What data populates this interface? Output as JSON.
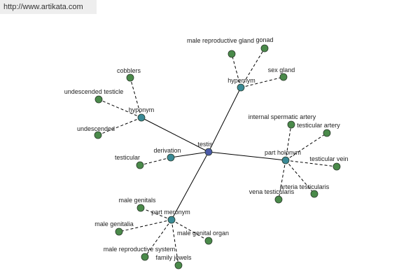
{
  "url_text": "http://www.artikata.com",
  "colors": {
    "center_node": "#4a5aa8",
    "relation_node": "#3a8a96",
    "leaf_node": "#4a8a4a",
    "node_stroke": "#2a3a2a",
    "edge": "#000000",
    "label": "#222222"
  },
  "graph": {
    "center": {
      "id": "testis",
      "label": "testis"
    },
    "relations": [
      {
        "id": "hypernym",
        "label": "hypernym",
        "leaves": [
          {
            "id": "male-reproductive-gland",
            "label": "male reproductive gland"
          },
          {
            "id": "gonad",
            "label": "gonad"
          },
          {
            "id": "sex-gland",
            "label": "sex gland"
          }
        ]
      },
      {
        "id": "hyponym",
        "label": "hyponym",
        "leaves": [
          {
            "id": "cobblers",
            "label": "cobblers"
          },
          {
            "id": "undescended-testicle",
            "label": "undescended testicle"
          },
          {
            "id": "undescended",
            "label": "undescended"
          }
        ]
      },
      {
        "id": "derivation",
        "label": "derivation",
        "leaves": [
          {
            "id": "testicular",
            "label": "testicular"
          }
        ]
      },
      {
        "id": "part-holonym",
        "label": "part holonym",
        "leaves": [
          {
            "id": "internal-spermatic-artery",
            "label": "internal spermatic artery"
          },
          {
            "id": "testicular-artery",
            "label": "testicular artery"
          },
          {
            "id": "testicular-vein",
            "label": "testicular vein"
          },
          {
            "id": "arteria-testicularis",
            "label": "arteria testicularis"
          },
          {
            "id": "vena-testicularis",
            "label": "vena testicularis"
          }
        ]
      },
      {
        "id": "part-meronym",
        "label": "part meronym",
        "leaves": [
          {
            "id": "male-genitals",
            "label": "male genitals"
          },
          {
            "id": "male-genitalia",
            "label": "male genitalia"
          },
          {
            "id": "male-genital-organ",
            "label": "male genital organ"
          },
          {
            "id": "male-reproductive-system",
            "label": "male reproductive system"
          },
          {
            "id": "family-jewels",
            "label": "family jewels"
          }
        ]
      }
    ]
  }
}
